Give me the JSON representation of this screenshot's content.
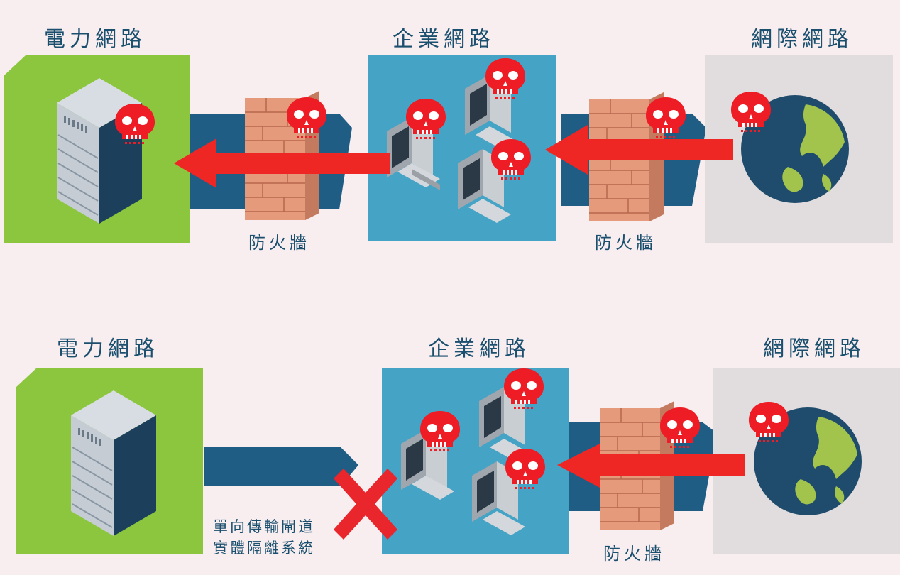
{
  "diagram_top": {
    "power_network_label": "電力網路",
    "enterprise_network_label": "企業網路",
    "internet_label": "網際網路",
    "firewall_left_label": "防火牆",
    "firewall_right_label": "防火牆"
  },
  "diagram_bottom": {
    "power_network_label": "電力網路",
    "enterprise_network_label": "企業網路",
    "internet_label": "網際網路",
    "gateway_label_line1": "單向傳輸閘道",
    "gateway_label_line2": "實體隔離系統",
    "firewall_label": "防火牆"
  },
  "colors": {
    "power_panel": "#8cc63f",
    "enterprise_panel": "#45a3c6",
    "internet_panel": "#e1dcdd",
    "attack_arrow": "#ee2724",
    "skull": "#ee1c24",
    "label_text": "#1a4f6e",
    "block_cross": "#e8262b",
    "firewall_brick": "#e69a7c"
  },
  "icons": [
    "server-icon",
    "skull-icon",
    "firewall-icon",
    "computer-icon",
    "globe-icon",
    "attack-arrow",
    "block-x-icon",
    "connection-band"
  ]
}
